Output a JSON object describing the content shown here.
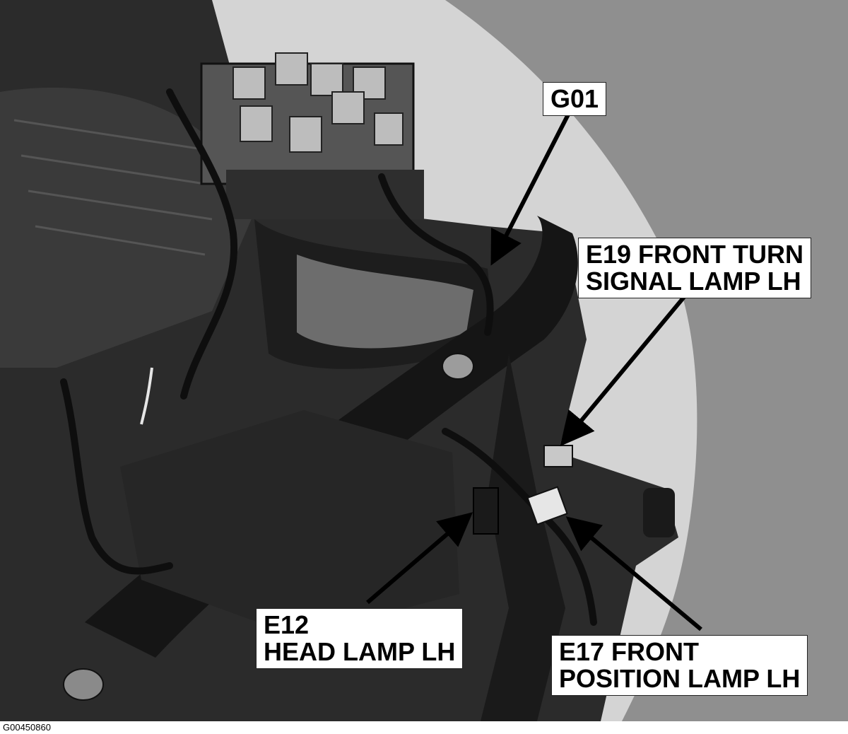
{
  "figure_id": "G00450860",
  "callouts": {
    "g01": {
      "lines": [
        "G01"
      ]
    },
    "e19": {
      "lines": [
        "E19 FRONT TURN",
        "SIGNAL LAMP LH"
      ]
    },
    "e12": {
      "lines": [
        "E12",
        "HEAD LAMP LH"
      ]
    },
    "e17": {
      "lines": [
        "E17 FRONT",
        "POSITION LAMP LH"
      ]
    }
  },
  "colors": {
    "background_right": "#8f8f8f",
    "engine_dark": "#2a2a2a",
    "body_panel": "#d2d2d2",
    "arrow": "#000000"
  }
}
